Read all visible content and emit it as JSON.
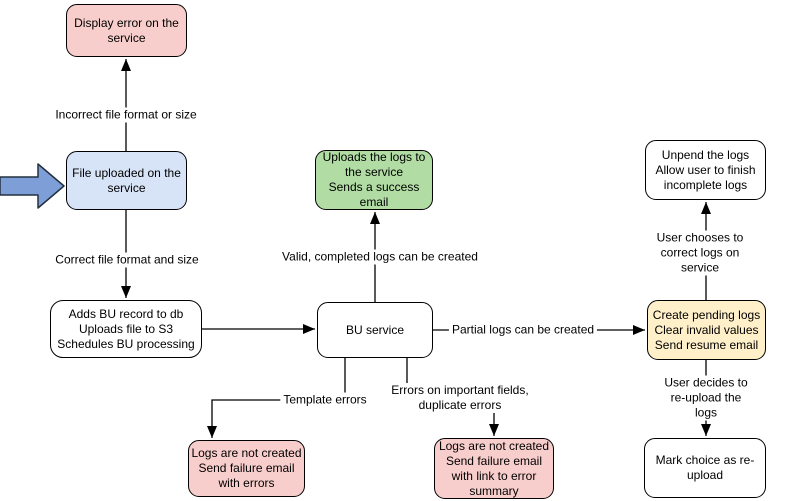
{
  "diagram": {
    "nodes": {
      "display_error": {
        "text": "Display error on the\nservice"
      },
      "file_uploaded": {
        "text": "File uploaded on the\nservice"
      },
      "adds_bu_record": {
        "text": "Adds BU record to db\nUploads file to S3\nSchedules BU processing"
      },
      "uploads_logs_success": {
        "text": "Uploads the logs to\nthe service\nSends a success\nemail"
      },
      "bu_service": {
        "text": "BU service"
      },
      "logs_not_created_errors": {
        "text": "Logs are not created\nSend failure email\nwith errors"
      },
      "logs_not_created_summary": {
        "text": "Logs are not created\nSend failure email\nwith link to error\nsummary"
      },
      "create_pending_logs": {
        "text": "Create pending logs\nClear invalid values\nSend resume email"
      },
      "unpend_logs": {
        "text": "Unpend the logs\nAllow user to finish\nincomplete logs"
      },
      "mark_reupload": {
        "text": "Mark choice as re-\nupload"
      }
    },
    "edge_labels": {
      "incorrect_format": "Incorrect file format or size",
      "correct_format": "Correct file format and size",
      "valid_completed": "Valid, completed logs can be created",
      "partial_logs": "Partial logs can be created",
      "template_errors": "Template errors",
      "important_fields": "Errors on important fields,\nduplicate errors",
      "choose_correct": "User chooses to correct logs on service",
      "decide_reupload": "User decides to re-upload the logs"
    },
    "colors": {
      "pink_fill": "#f8cecc",
      "blue_fill": "#d7e4f7",
      "green_fill": "#b1dda4",
      "yellow_fill": "#fff0c9",
      "white_fill": "#ffffff",
      "node_border": "#000000",
      "edge_line": "#000000",
      "entry_arrow_fill": "#7d9ed7"
    }
  }
}
